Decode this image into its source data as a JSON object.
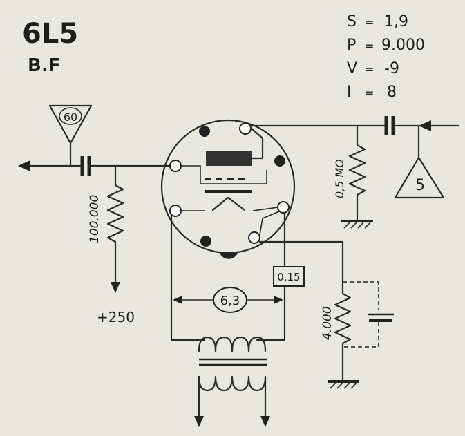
{
  "tube": {
    "title": "6L5",
    "subtitle": "B.F"
  },
  "specs": [
    {
      "symbol": "S",
      "sep": "=",
      "value": "1,9"
    },
    {
      "symbol": "P",
      "sep": "=",
      "value": "9.000"
    },
    {
      "symbol": "V",
      "sep": "=",
      "value": "-9"
    },
    {
      "symbol": "I",
      "sep": "=",
      "value": "8"
    }
  ],
  "components": {
    "grid_resistor": "100.000",
    "plate_supply": "+250",
    "plate_load": "0,5 MΩ",
    "cathode_resistor": "4.000",
    "filament_voltage": "6,3",
    "filament_current": "0,15",
    "input_gain": "60",
    "output_gain": "5"
  }
}
